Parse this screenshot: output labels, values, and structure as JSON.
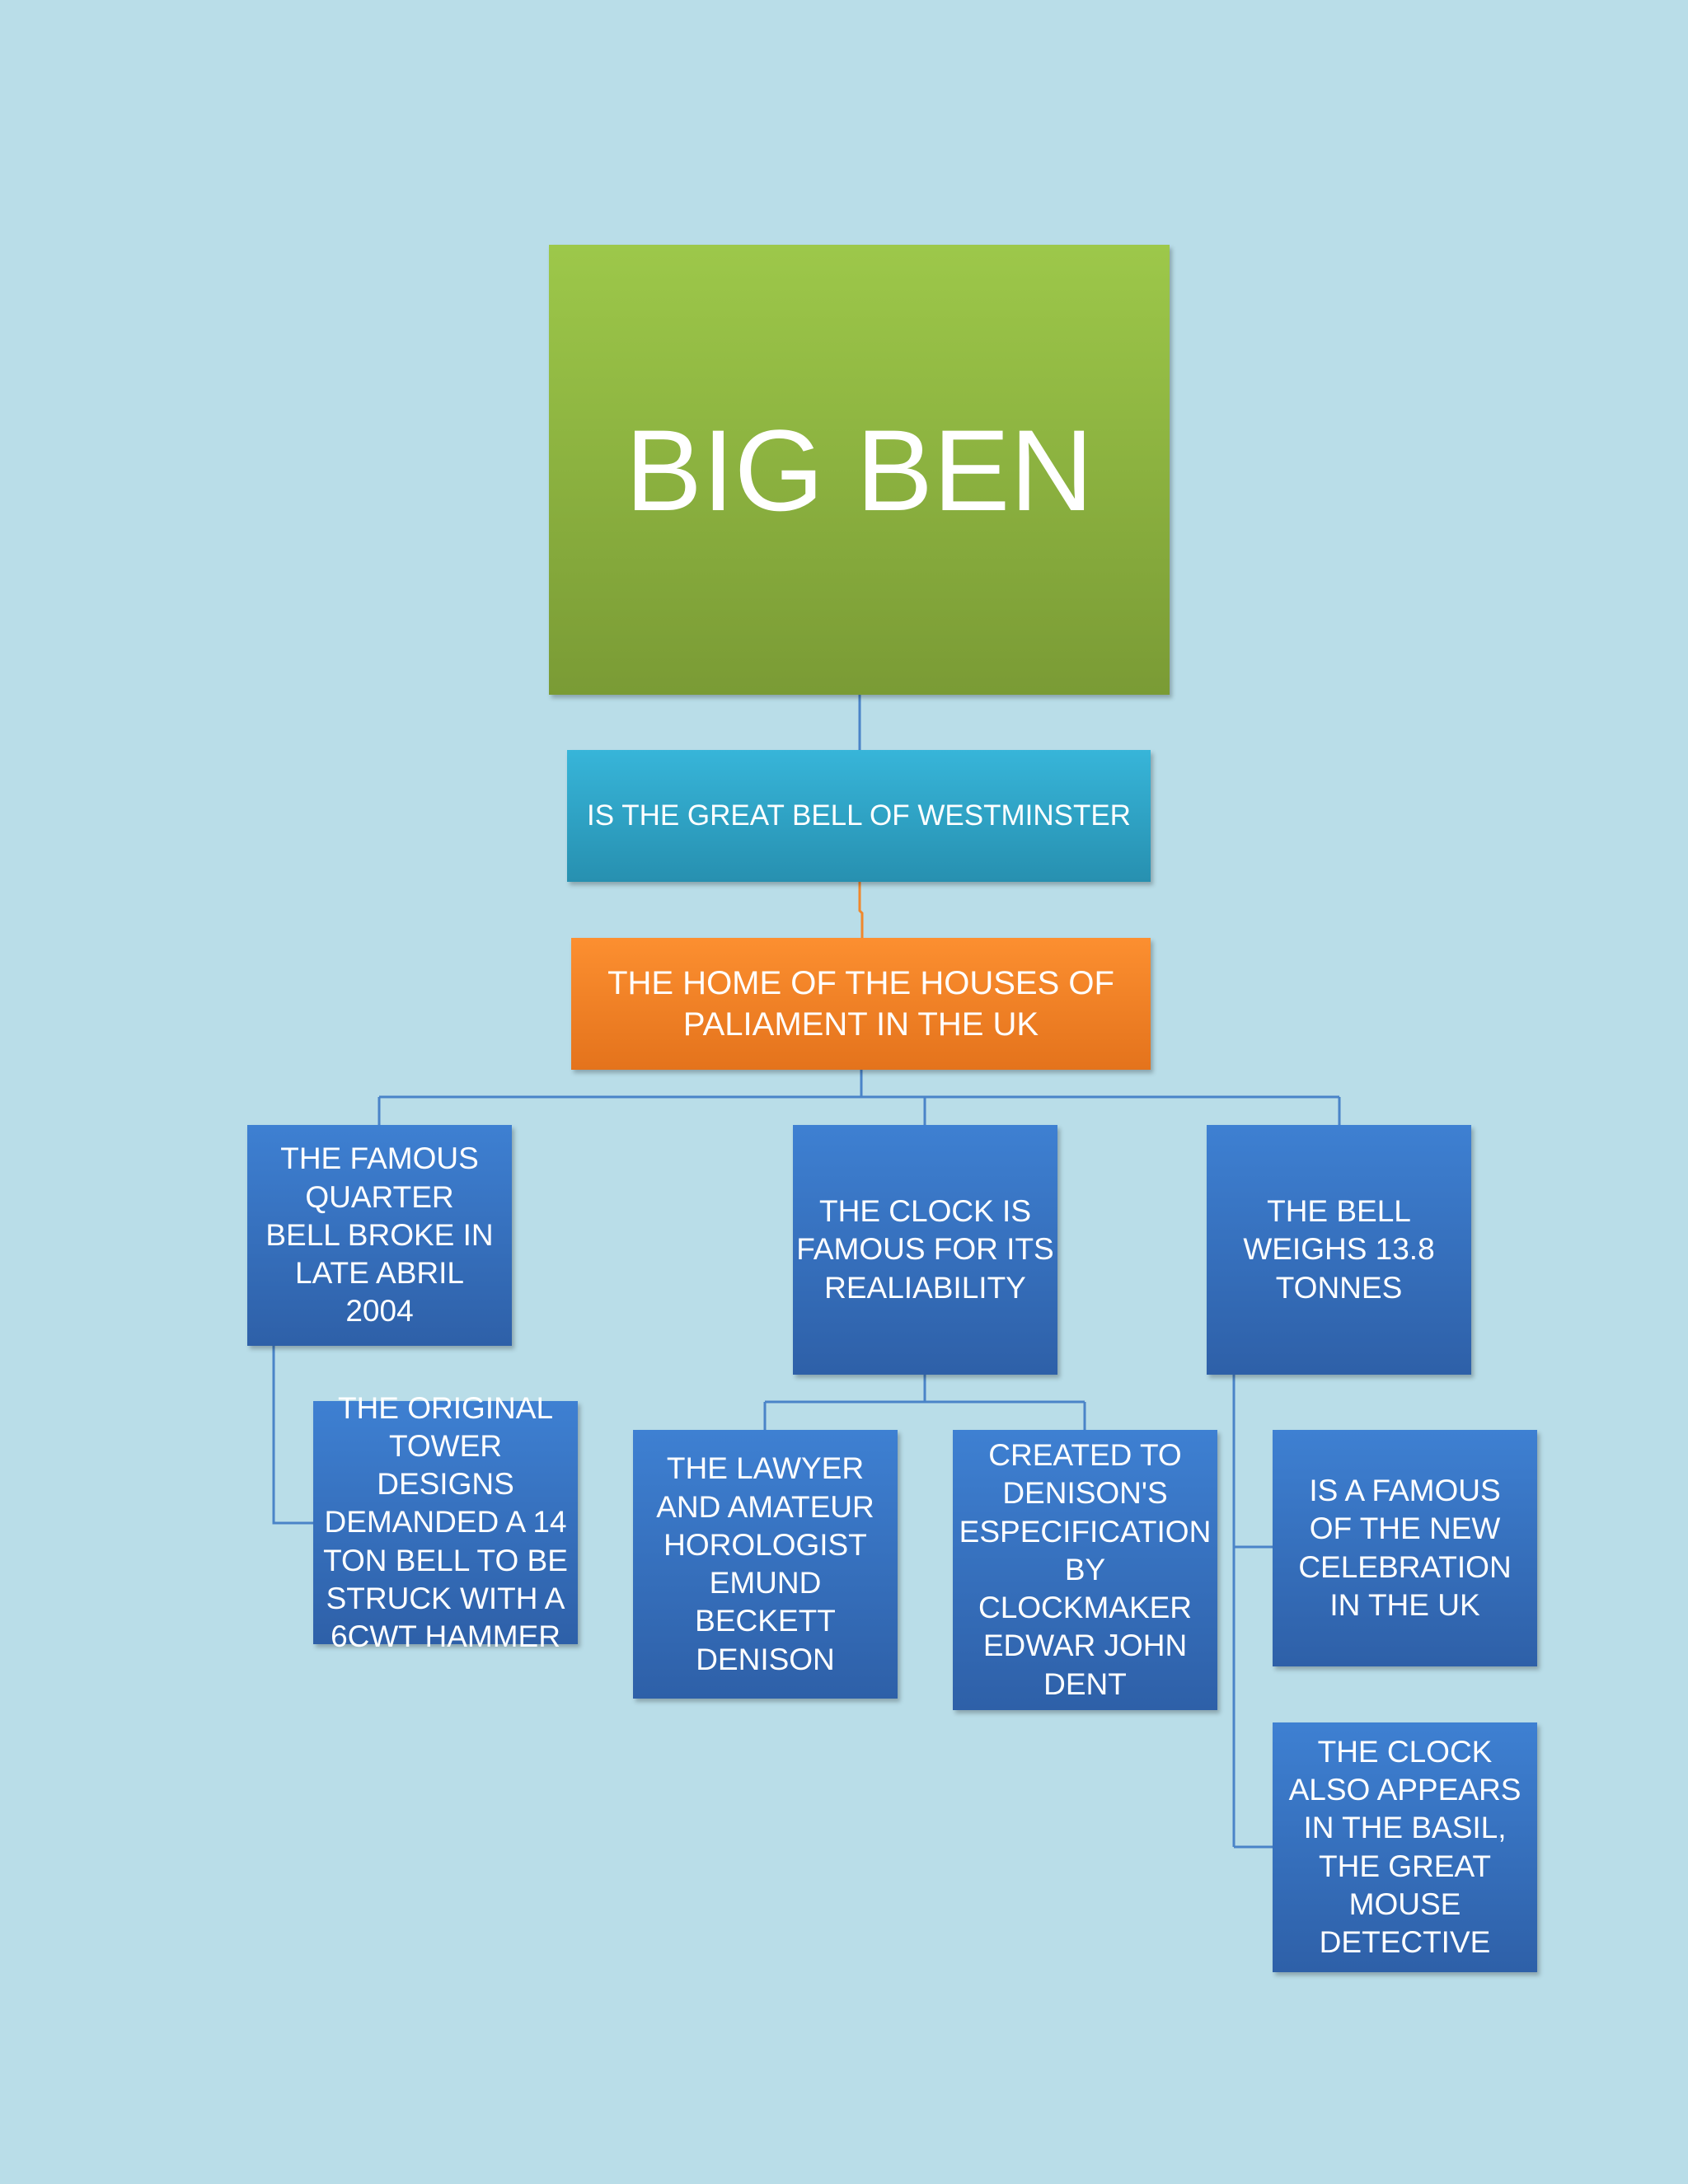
{
  "colors": {
    "background": "#b9dde8",
    "root": "#8fb642",
    "level1": "#30a6cc",
    "level2": "#f58424",
    "leaf": "#3670c0",
    "connector_blue": "#4a84c8",
    "connector_orange": "#f0882c"
  },
  "diagram": {
    "root": "BIG BEN",
    "level1": "IS THE GREAT BELL OF WESTMINSTER",
    "level2": "THE HOME OF THE HOUSES OF PALIAMENT IN THE UK",
    "branches": [
      {
        "label": "THE FAMOUS QUARTER BELL BROKE IN LATE ABRIL 2004",
        "children": [
          "THE ORIGINAL TOWER DESIGNS DEMANDED A 14 TON BELL TO BE STRUCK WITH A 6CWT HAMMER"
        ]
      },
      {
        "label": "THE CLOCK IS FAMOUS FOR ITS REALIABILITY",
        "children": [
          "THE LAWYER AND AMATEUR HOROLOGIST EMUND BECKETT DENISON",
          "CREATED TO DENISON'S ESPECIFICATION BY CLOCKMAKER EDWAR JOHN DENT"
        ]
      },
      {
        "label": "THE BELL WEIGHS 13.8 TONNES",
        "children": [
          "IS A FAMOUS OF THE NEW CELEBRATION IN THE UK",
          "THE CLOCK ALSO APPEARS IN THE BASIL, THE GREAT MOUSE DETECTIVE"
        ]
      }
    ]
  }
}
